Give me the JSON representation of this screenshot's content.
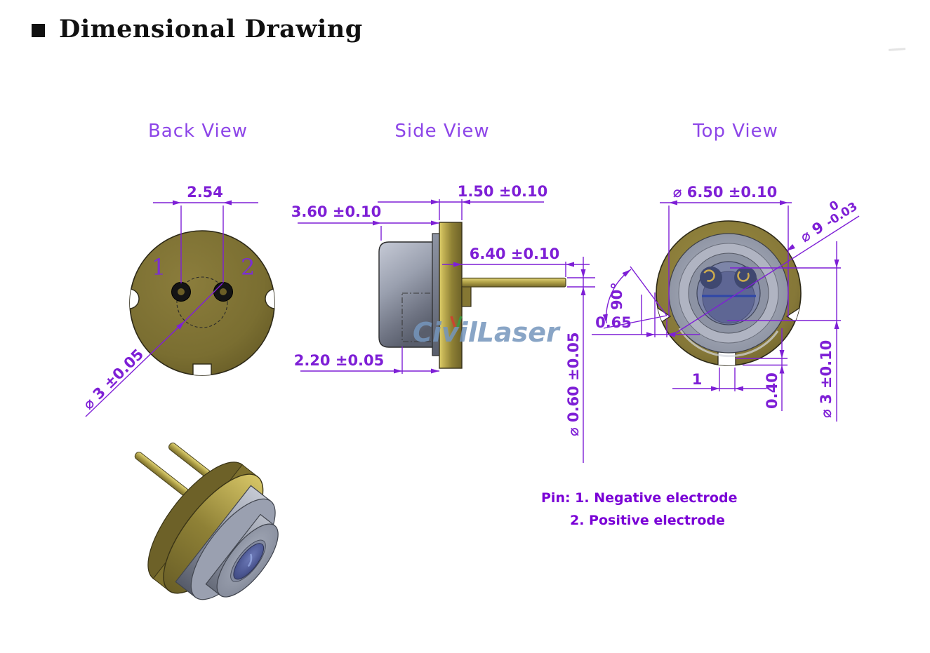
{
  "header": {
    "bullet": "■",
    "title": "Dimensional Drawing"
  },
  "watermark": {
    "text": "CivilLaser"
  },
  "views": {
    "back": {
      "title": "Back View",
      "pin_labels": {
        "pin1": "1",
        "pin2": "2"
      },
      "dims": {
        "pin_spacing": "2.54",
        "pin_circle_dia": "⌀ 3 ±0.05"
      }
    },
    "side": {
      "title": "Side View",
      "dims": {
        "cap_height": "3.60 ±0.10",
        "flange_thickness": "1.50 ±0.10",
        "pin_length": "6.40 ±0.10",
        "cap_step": "2.20 ±0.05",
        "pin_dia": "⌀ 0.60 ±0.05"
      }
    },
    "top": {
      "title": "Top View",
      "dims": {
        "cap_dia": "⌀ 6.50 ±0.10",
        "flange_dia_main": "⌀ 9",
        "flange_dia_upper_tol": "0",
        "flange_dia_lower_tol": "-0.03",
        "notch_angle": "90°",
        "notch_depth": "0.65",
        "bottom_notch_width": "1",
        "bottom_notch_depth": "0.40",
        "window_dia": "⌀ 3 ±0.10"
      }
    }
  },
  "notes": {
    "pin_line1": "Pin: 1. Negative electrode",
    "pin_line2": "2. Positive electrode"
  },
  "colors": {
    "dimension_purple": "#7e1fd6",
    "view_title_purple": "#8d45e8",
    "note_purple": "#7a00d6",
    "flange_gold": "#8a7b33",
    "cap_gray": "#949aab",
    "lens_blue": "#4a5590",
    "watermark_blue": "#7596bd"
  }
}
